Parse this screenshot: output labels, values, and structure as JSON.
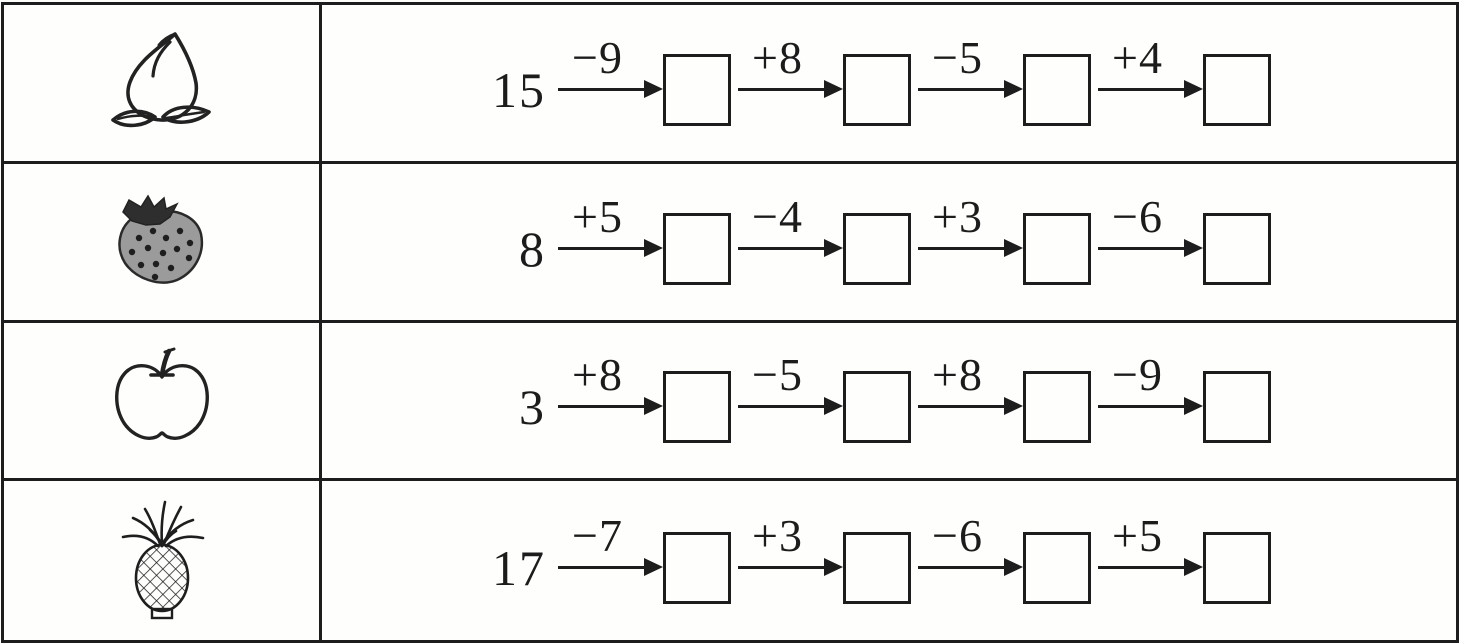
{
  "worksheet": {
    "kind": "arithmetic-chain-table",
    "rows": [
      {
        "icon": "peach-icon",
        "start": "15",
        "operations": [
          "−9",
          "+8",
          "−5",
          "+4"
        ]
      },
      {
        "icon": "strawberry-icon",
        "start": "8",
        "operations": [
          "+5",
          "−4",
          "+3",
          "−6"
        ]
      },
      {
        "icon": "apple-icon",
        "start": "3",
        "operations": [
          "+8",
          "−5",
          "+8",
          "−9"
        ]
      },
      {
        "icon": "pineapple-icon",
        "start": "17",
        "operations": [
          "−7",
          "+3",
          "−6",
          "+5"
        ]
      }
    ],
    "answer_boxes_per_row": 4,
    "answer_box_value": ""
  },
  "colors": {
    "ink": "#1d1d1d",
    "paper": "#fdfdfc",
    "strawberry_fill": "#9b9b9b",
    "calyx_fill": "#2e2e2e"
  }
}
